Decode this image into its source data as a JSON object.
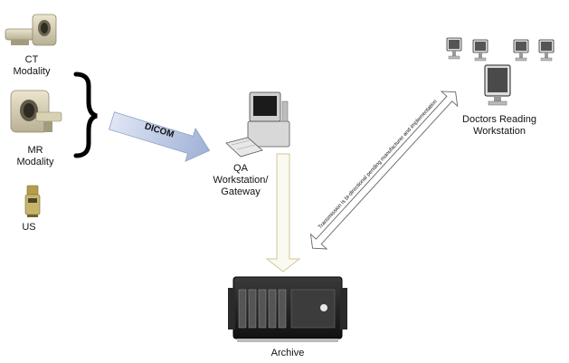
{
  "modalities": [
    {
      "line1": "CT",
      "line2": "Modality",
      "icon": "ct-scanner-icon"
    },
    {
      "line1": "MR",
      "line2": "Modality",
      "icon": "mr-scanner-icon"
    },
    {
      "line1": "US",
      "line2": "",
      "icon": "ultrasound-icon"
    }
  ],
  "dicom_arrow": {
    "label": "DICOM"
  },
  "qa_workstation": {
    "line1": "QA",
    "line2": "Workstation/",
    "line3": "Gateway",
    "icon": "computer-workstation-icon"
  },
  "reading_workstation": {
    "line1": "Doctors Reading",
    "line2": "Workstation",
    "icon": "monitor-icon"
  },
  "transmission_arrow": {
    "label": "Transmission is bi-directional pending manufacturer and implementation"
  },
  "archive": {
    "label": "Archive",
    "icon": "server-icon"
  }
}
